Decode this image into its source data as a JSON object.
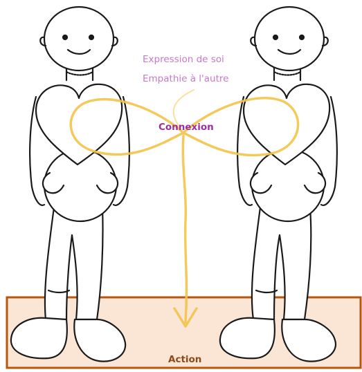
{
  "labels": {
    "self_expression": "Expression de soi",
    "empathy": "Empathie à l'autre",
    "connection": "Connexion",
    "action": "Action"
  },
  "colors": {
    "self_expression_text": "#c57ac9",
    "connection_text": "#9b2fa0",
    "action_text": "#8a4a1c",
    "action_zone_fill": "#fbe6d6",
    "action_zone_border": "#b5570f",
    "infinity_arrow": "#f3c44a",
    "outline": "#1a1a1a"
  },
  "figures": [
    {
      "name": "left-person"
    },
    {
      "name": "right-person"
    }
  ],
  "icons": {
    "heart": "heart-icon",
    "arrow": "down-arrow-icon"
  }
}
